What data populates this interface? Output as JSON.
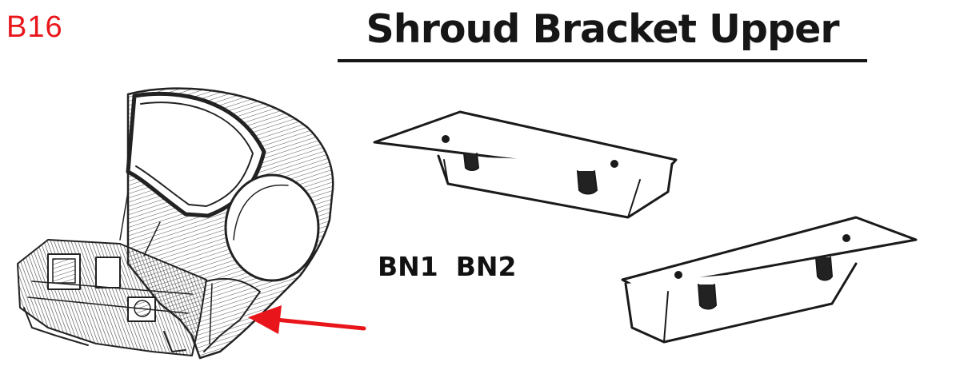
{
  "header": {
    "code": "B16",
    "title": "Shroud Bracket Upper"
  },
  "parts": [
    "BN1",
    "BN2"
  ],
  "colors": {
    "code": "#e8161b",
    "arrow": "#e8161b",
    "ink": "#161616"
  }
}
